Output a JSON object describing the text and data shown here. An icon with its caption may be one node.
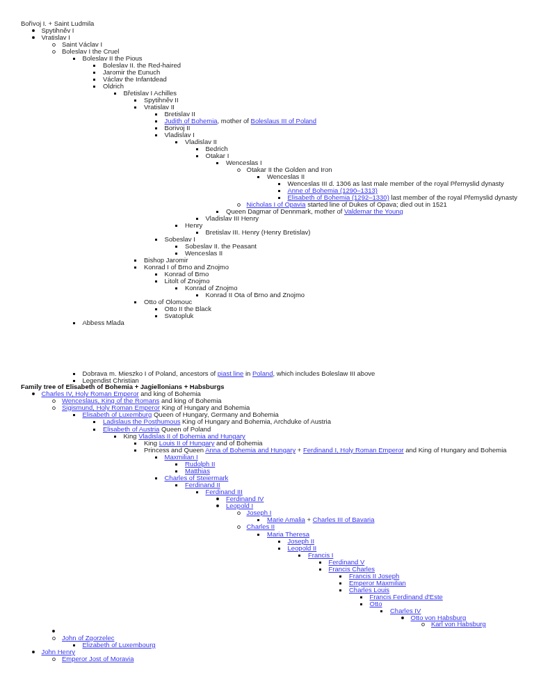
{
  "diagram": {
    "labels": [
      "Bořivoj I. + Saint Ludmila",
      "Spytihněv I",
      "Vratislav I",
      "Saint Václav I",
      "Boleslav I the Cruel",
      "Boleslav II the Pious",
      "Boleslav II. the Red-haired",
      "Jaromir the Eunuch",
      "Václav the Infantdead",
      "Oldrich",
      "Břetislav I Achilles",
      "Spytihněv II",
      "Vratislav II",
      "Bretislav II",
      "Judith of Bohemia",
      ", mother of",
      "Boleslaus III of Poland",
      "Borivoj II",
      "Vladislav I",
      "Vladislav II",
      "Bedrich",
      "Otakar I",
      "Wenceslas I",
      "Otakar II the Golden and Iron",
      "Wenceslas II",
      "Wenceslas III d. 1306 as last male member of the royal Přemyslid dynasty",
      "Anne of Bohemia (1290–1313)",
      "Elisabeth of Bohemia (1292–1330)",
      "last member of the royal Přemyslid dynasty",
      "Nicholas I of Opavia",
      "started line of Dukes of Opava; died out in 1521",
      "Queen Dagmar of Dennmark, mother of",
      "Valdemar the Young",
      "Vladislav III Henry",
      "Henry",
      "Bretislav III. Henry (Henry Bretislav)",
      "Sobeslav I",
      "Sobeslav II. the Peasant",
      "Wenceslas II",
      "Bishop Jaromir",
      "Konrad I of Brno and Znojmo",
      "Konrad of Brno",
      "Litolt of Znojmo",
      "Konrad of Znojmo",
      "Konrad II Ota of Brno and Znojmo",
      "Otto of Olomouc",
      "Otto II the Black",
      "Svatopluk",
      "Abbess Mlada",
      "Dobrava m. Mieszko I of Poland, ancestors of",
      "piast line",
      "in",
      "Poland",
      ", which includes Boleslaw III above",
      "Legendist Christian",
      "Family tree of Elisabeth of Bohemia + Jagiellonians + Habsburgs",
      "Charles IV, Holy Roman Emperor",
      "and king of Bohemia",
      "Wenceslaus, King of the Romans",
      "and king of Bohemia",
      "Sigismund, Holy Roman Emperor",
      "King of Hungary and Bohemia",
      "Elisabeth of Luxemburg",
      "Queen of Hungary, Germany and Bohemia",
      "Ladislaus the Posthumous",
      "King of Hungary and Bohemia, Archduke of Austria",
      "Elisabeth of Austria",
      "Queen of Poland",
      "King",
      "Vladislas II of Bohemia and Hungary",
      "King",
      "Louis II of Hungary",
      "and of Bohemia",
      "Princess and Queen",
      "Anna of Bohemia and Hungary",
      "+",
      "Ferdinand I, Holy Roman Emperor",
      "and King of Hungary and Bohemia",
      "Maxmilian I",
      "Rudolph II",
      "Matthias",
      "Charles of Steiermark",
      "Ferdinand II",
      "Ferdinand III",
      "Ferdinand IV",
      "Leopold I",
      "Joseph I",
      "Marie Amalia",
      "+",
      "Charles III of Bavaria",
      "Charles II",
      "Maria Theresa",
      "Joseph II",
      "Leopold II",
      "Francis I",
      "Ferdinand V",
      "Francis Charles",
      "Francis II Joseph",
      "Emperor Maxmilian",
      "Charles Louis",
      "Francis Ferdinand d'Este",
      "Otto",
      "Charles IV",
      "Otto von Habsburg",
      "Karl von Habsburg",
      "John of Zgorzelec",
      "Elizabeth of Luxembourg",
      "John Henry",
      "Emperor Jost of Moravia"
    ]
  }
}
